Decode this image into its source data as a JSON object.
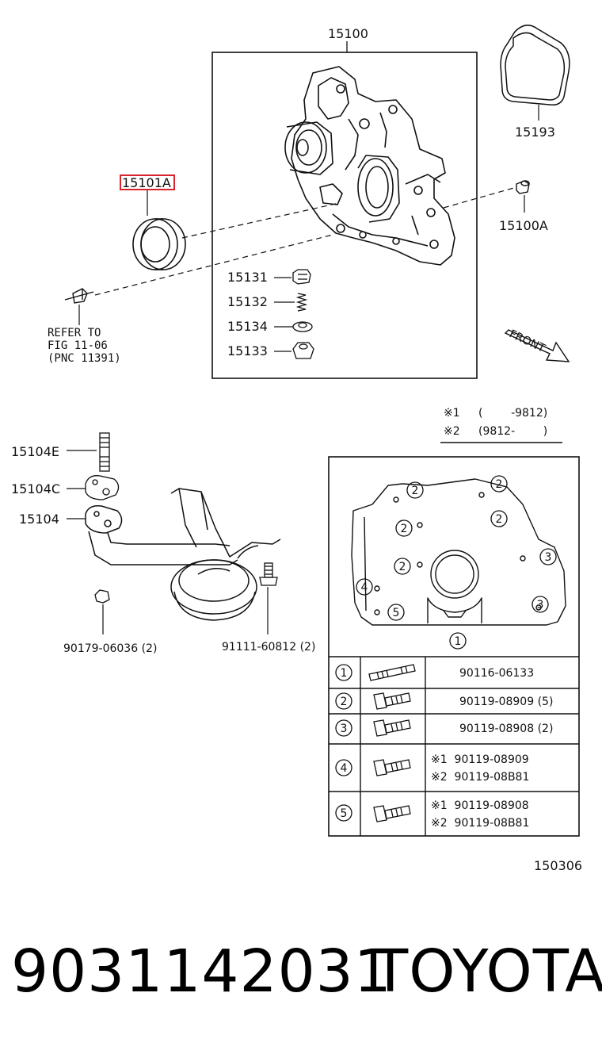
{
  "labels": {
    "main_part": "15100",
    "oring": "15193",
    "seal": "15101A",
    "pin": "15100A",
    "p15131": "15131",
    "p15132": "15132",
    "p15134": "15134",
    "p15133": "15133",
    "refer_line1": "REFER TO",
    "refer_line2": "FIG 11-06",
    "refer_line3": "(PNC 11391)",
    "front": "FRONT",
    "p15104E": "15104E",
    "p15104C": "15104C",
    "p15104": "15104",
    "nut": "90179-06036 (2)",
    "bolt": "91111-60812 (2)",
    "figure_no": "150306"
  },
  "legend": {
    "l1_mark": "※1",
    "l1_range": "(        -9812)",
    "l2_mark": "※2",
    "l2_range": "(9812-        )"
  },
  "callouts": [
    "1",
    "2",
    "3",
    "4",
    "5"
  ],
  "bolt_table": [
    {
      "num": "1",
      "line1": "90116-06133",
      "line2": ""
    },
    {
      "num": "2",
      "line1": "90119-08909 (5)",
      "line2": ""
    },
    {
      "num": "3",
      "line1": "90119-08908 (2)",
      "line2": ""
    },
    {
      "num": "4",
      "line1": "※1  90119-08909",
      "line2": "※2  90119-08B81"
    },
    {
      "num": "5",
      "line1": "※1  90119-08908",
      "line2": "※2  90119-08B81"
    }
  ],
  "footer": {
    "part_number": "9031142031",
    "brand": "TOYOTA"
  },
  "colors": {
    "highlight": "#d9232e",
    "line": "#111111"
  }
}
